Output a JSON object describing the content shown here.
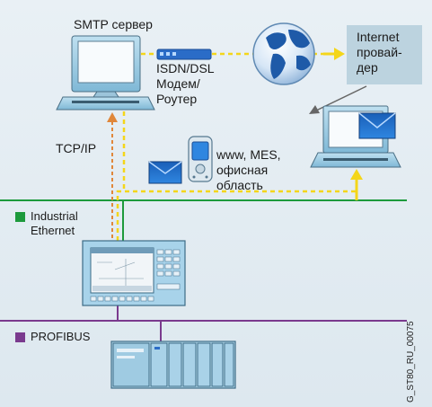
{
  "labels": {
    "smtp_server": "SMTP сервер",
    "router_line1": "ISDN/DSL",
    "router_line2": "Модем/",
    "router_line3": "Роутер",
    "provider_line1": "Internet",
    "provider_line2": "провай-",
    "provider_line3": "дер",
    "tcpip": "TCP/IP",
    "mes_line1": "www, MES,",
    "mes_line2": "офисная",
    "mes_line3": "область",
    "ie_line1": "Industrial",
    "ie_line2": "Ethernet",
    "profibus": "PROFIBUS",
    "figure_ref": "G_ST80_RU_00075"
  },
  "colors": {
    "ethernet": "#1d9a3c",
    "profibus": "#7a3a8e",
    "yellow_link": "#f4d61a",
    "tcpip_link": "#e0873a",
    "provider_box": "#bcd3df"
  },
  "icons": {
    "server": "desktop-computer-icon",
    "router": "router-icon",
    "internet": "globe-icon",
    "provider": "provider-box",
    "client": "laptop-icon",
    "email": "envelope-icon",
    "mobile": "mobile-phone-icon",
    "panel": "industrial-panel-pc-icon",
    "plc": "plc-rack-icon"
  }
}
